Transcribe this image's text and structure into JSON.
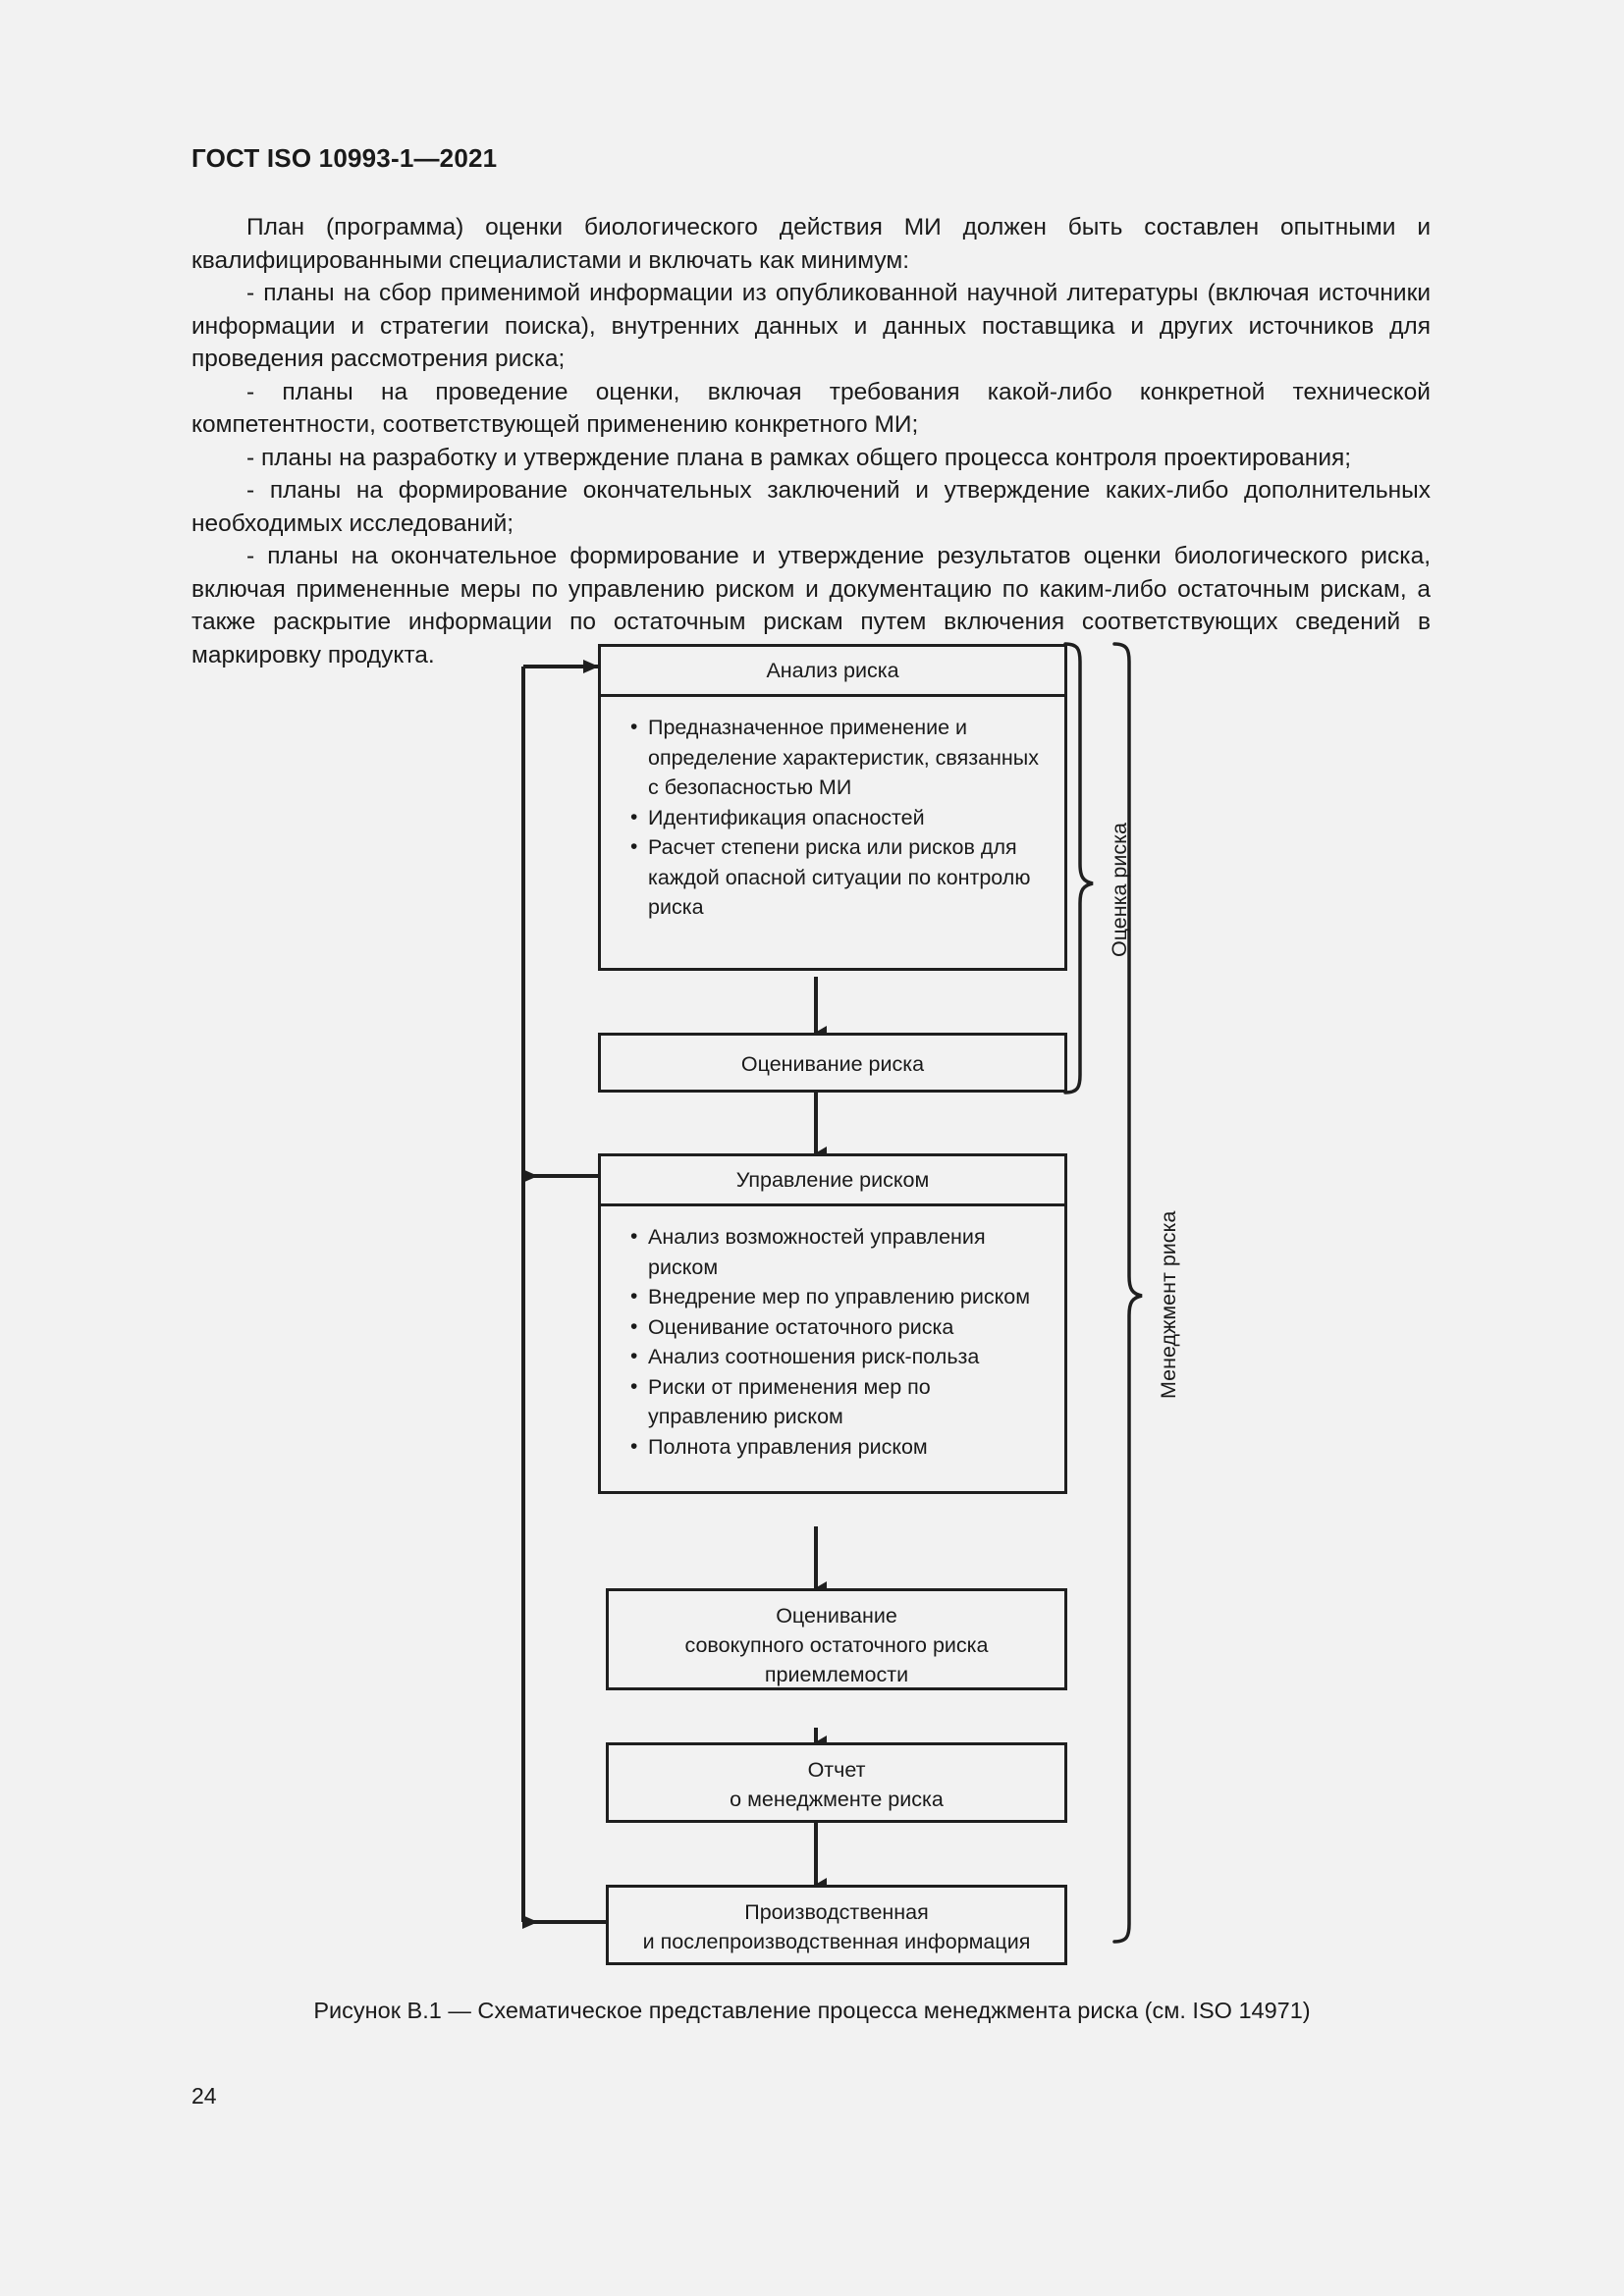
{
  "header": {
    "standard_id": "ГОСТ ISO 10993-1—2021"
  },
  "body": {
    "paragraphs": [
      "План (программа) оценки биологического действия МИ должен быть составлен опытными и квалифицированными специалистами и включать как минимум:",
      "-  планы на сбор применимой информации из опубликованной научной литературы (включая источники информации и стратегии поиска), внутренних данных и данных поставщика и других источников для проведения рассмотрения риска;",
      "-  планы на проведение оценки, включая требования какой-либо конкретной технической компетентности, соответствующей применению конкретного МИ;",
      "-  планы на разработку и утверждение плана в рамках общего процесса контроля проектирования;",
      "-  планы на формирование окончательных заключений и утверждение каких-либо дополнительных необходимых исследований;",
      "-  планы на окончательное формирование и утверждение результатов оценки биологического риска, включая примененные меры по управлению риском и документацию по каким-либо остаточным рискам, а также раскрытие информации по остаточным рискам путем включения соответствующих сведений в маркировку продукта."
    ]
  },
  "figure": {
    "caption": "Рисунок В.1 — Схематическое представление процесса менеджмента риска (см. ISO 14971)",
    "brackets": {
      "inner_label": "Оценка риска",
      "outer_label": "Менеджмент риска"
    },
    "nodes": {
      "risk_analysis": {
        "title": "Анализ риска",
        "items": [
          "Предназначенное применение и определение характеристик, связанных с безопасностью МИ",
          "Идентификация опасностей",
          "Расчет степени риска или рисков для каждой опасной ситуации по контролю риска"
        ]
      },
      "risk_evaluation": {
        "title": "Оценивание риска"
      },
      "risk_control": {
        "title": "Управление риском",
        "items": [
          "Анализ возможностей управления риском",
          "Внедрение мер по управлению риском",
          "Оценивание остаточного риска",
          "Анализ соотношения риск-польза",
          "Риски от применения мер по управлению риском",
          "Полнота управления риском"
        ]
      },
      "overall_residual": {
        "lines": [
          "Оценивание",
          "совокупного остаточного риска",
          "приемлемости"
        ]
      },
      "report": {
        "lines": [
          "Отчет",
          "о менеджменте риска"
        ]
      },
      "production_info": {
        "lines": [
          "Производственная",
          "и послепроизводственная информация"
        ]
      }
    }
  },
  "footer": {
    "page_number": "24"
  },
  "colors": {
    "page_background": "#f2f2f2",
    "ink": "#1a1a1a",
    "line": "#1f1f1f"
  }
}
